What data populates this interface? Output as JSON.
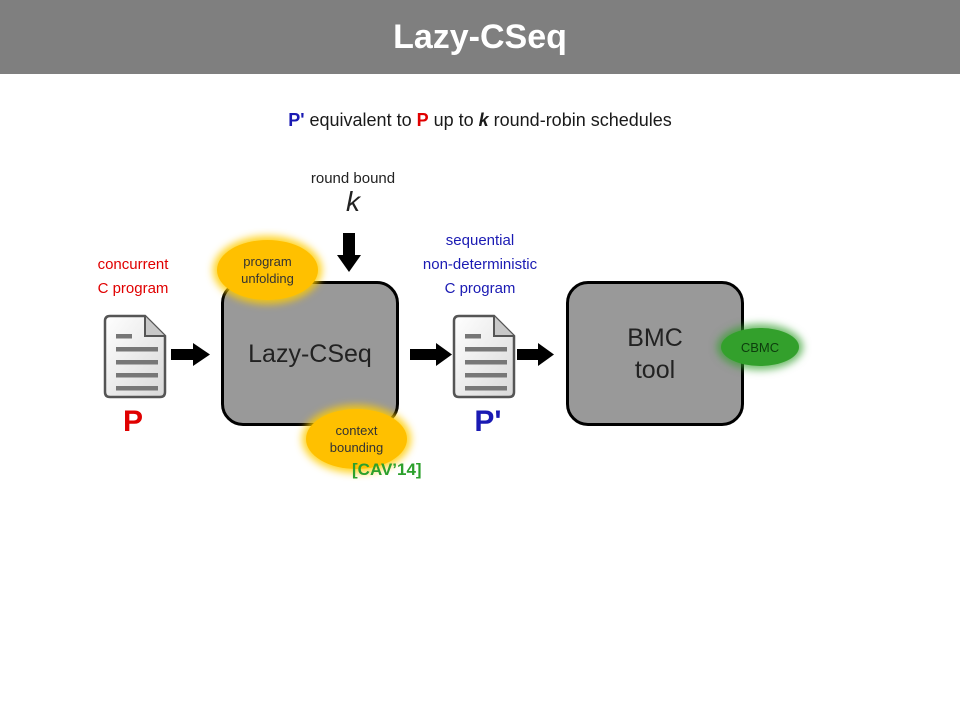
{
  "header": {
    "title": "Lazy-CSeq"
  },
  "subtitle": {
    "p_prime": "P'",
    "text1": " equivalent to ",
    "p": "P",
    "text2": " up to ",
    "k": "k",
    "text3": " round-robin schedules"
  },
  "round_bound": {
    "label": "round bound",
    "symbol": "k"
  },
  "input_label": {
    "line1": "concurrent",
    "line2": "C program"
  },
  "output_label": {
    "line1": "sequential",
    "line2": "non-deterministic",
    "line3": "C program"
  },
  "lazy_box": {
    "label": "Lazy-CSeq"
  },
  "bmc_box": {
    "line1": "BMC",
    "line2": "tool"
  },
  "ovals": {
    "unfolding": {
      "line1": "program",
      "line2": "unfolding"
    },
    "context": {
      "line1": "context",
      "line2": "bounding"
    },
    "cbmc": "CBMC"
  },
  "programs": {
    "p": "P",
    "p_prime": "P'"
  },
  "citation": "[CAV’14]",
  "colors": {
    "header_bg": "#7f7f7f",
    "blue": "#1a1ab3",
    "red": "#e00000",
    "yellow": "#ffc000",
    "green": "#33a02c",
    "box_fill": "#999999"
  }
}
